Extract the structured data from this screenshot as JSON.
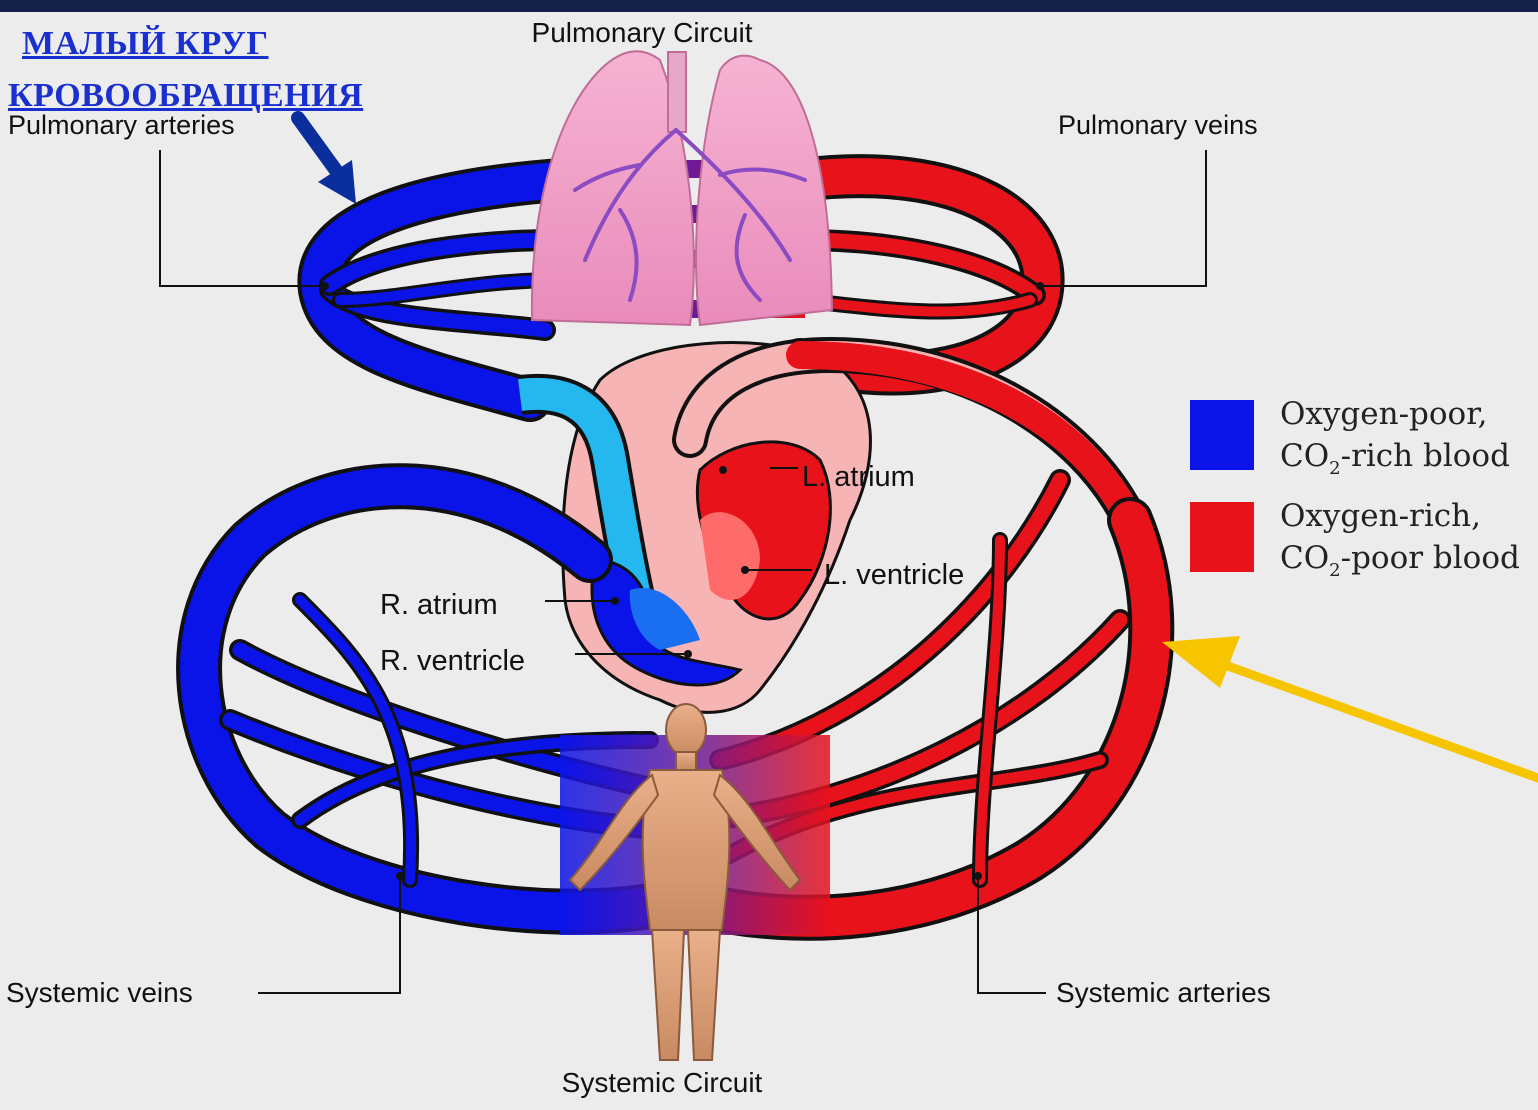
{
  "slide": {
    "title_line1": "МАЛЫЙ КРУГ",
    "title_line2": "КРОВООБРАЩЕНИЯ"
  },
  "diagram": {
    "top_caption": "Pulmonary Circuit",
    "bottom_caption": "Systemic Circuit",
    "labels": {
      "pulmonary_arteries": "Pulmonary arteries",
      "pulmonary_veins": "Pulmonary veins",
      "l_atrium": "L. atrium",
      "l_ventricle": "L. ventricle",
      "r_atrium": "R. atrium",
      "r_ventricle": "R. ventricle",
      "systemic_veins": "Systemic veins",
      "systemic_arteries": "Systemic arteries"
    }
  },
  "legend": {
    "items": [
      {
        "line1": "Oxygen-poor,",
        "line2a": "CO",
        "sub": "2",
        "line2b": "-rich blood",
        "color": "#0a14e8"
      },
      {
        "line1": "Oxygen-rich,",
        "line2a": "CO",
        "sub": "2",
        "line2b": "-poor blood",
        "color": "#e8121a"
      }
    ]
  },
  "colors": {
    "oxygen_poor": "#0a14e8",
    "oxygen_rich": "#e8121a",
    "header_bar": "#16214a",
    "title": "#1a2fd0",
    "annotation_arrow_blue": "#0a2f9c",
    "annotation_arrow_yellow": "#f7c500"
  }
}
